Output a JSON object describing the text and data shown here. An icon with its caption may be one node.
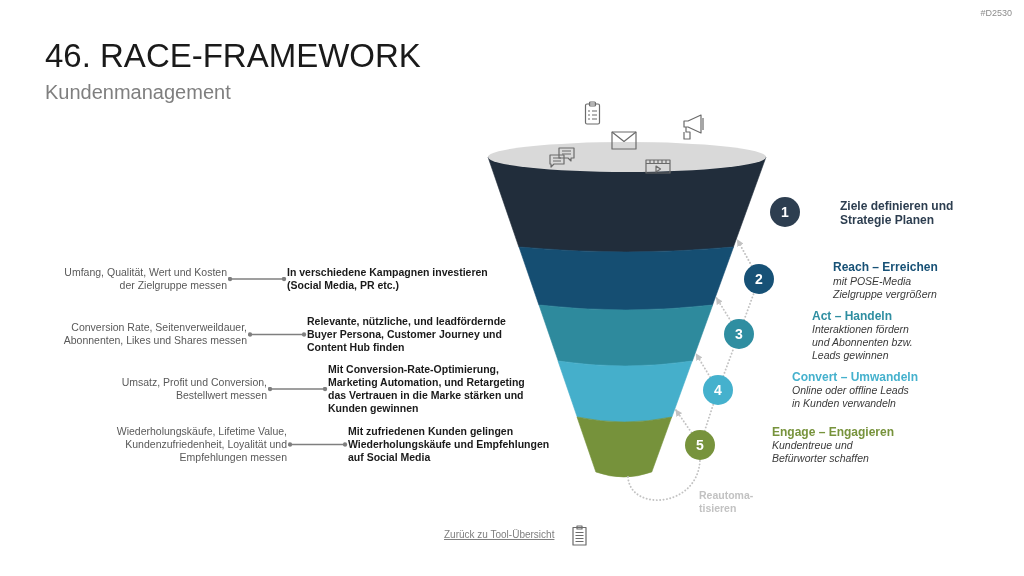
{
  "diagram": {
    "title": "46. RACE-FRAMEWORK",
    "nodes": [
      {
        "text": [
          "Umfang, Qualität, Wert und Kosten der Zielgruppe messen"
        ]
      },
      {
        "text": [
          "Conversion Rate, Seitenverweildauer, Abonnenten, Likes und Shares messen"
        ]
      },
      {
        "text": [
          "Umsatz, Profit und Conversion, Bestellwert messen"
        ]
      },
      {
        "text": [
          "Wiederholungskäufe, Lifetime Value, Kundenzufriedenheit, Loyalität und Empfehlungen messen"
        ]
      },
      {
        "text": [
          "In verschiedene Kampagnen investieren (Social Media, PR etc.)"
        ]
      },
      {
        "text": [
          "Relevante, nützliche, und leadfördernde Buyer Persona, Customer Journey und Content Hub finden"
        ]
      },
      {
        "text": [
          "Mit Conversion-Rate-Optimierung, Marketing Automation, und Retargeting das Vertrauen in die Marke stärken und Kunden gewinnen"
        ]
      },
      {
        "text": [
          "Mit zufriedenen Kunden gelingen Wiederholungskäufe und Empfehlungen auf Social Media"
        ]
      },
      {
        "text": [],
        "shape": "trapezoid"
      },
      {
        "text": [],
        "shape": "trapezoid"
      },
      {
        "text": [],
        "shape": "trapezoid"
      },
      {
        "text": [],
        "shape": "trapezoid"
      },
      {
        "text": [],
        "shape": "trapezoid"
      },
      {
        "text": [
          "1"
        ],
        "beside": [
          "Ziele definieren und Strategie Planen"
        ]
      },
      {
        "text": [
          "2"
        ],
        "beside": [
          "Reach – Erreichen",
          "mit POSE-Media Zielgruppe vergrößern"
        ]
      },
      {
        "text": [
          "3"
        ],
        "beside": [
          "Act – Handeln",
          "Interaktionen fördern und Abonnenten bzw. Leads gewinnen"
        ]
      },
      {
        "text": [
          "4"
        ],
        "beside": [
          "Convert – Umwandeln",
          "Online oder offline Leads in Kunden verwandeln"
        ]
      },
      {
        "text": [
          "5"
        ],
        "beside": [
          "Engage – Engagieren",
          "Kundentreue und Befürworter schaffen"
        ]
      }
    ],
    "edges": [
      {
        "from": 0,
        "to": 4,
        "arrow": "other",
        "color": "#7f7f7f"
      },
      {
        "from": 1,
        "to": 5,
        "arrow": "other",
        "color": "#7f7f7f"
      },
      {
        "from": 2,
        "to": 6,
        "arrow": "other",
        "color": "#7f7f7f"
      },
      {
        "from": 3,
        "to": 7,
        "arrow": "other",
        "color": "#7f7f7f"
      },
      {
        "from": 14,
        "to": 8,
        "arrow": "to",
        "style": "dashed"
      },
      {
        "from": 15,
        "to": 14,
        "arrow": "none",
        "style": "dashed"
      },
      {
        "from": 15,
        "to": 9,
        "arrow": "to",
        "style": "dashed"
      },
      {
        "from": 16,
        "to": 15,
        "arrow": "none",
        "style": "dashed"
      },
      {
        "from": 16,
        "to": 10,
        "arrow": "to",
        "style": "dashed"
      },
      {
        "from": 17,
        "to": 16,
        "arrow": "none",
        "style": "dashed"
      },
      {
        "from": 17,
        "to": 11,
        "arrow": "to",
        "style": "dashed"
      },
      {
        "from": 12,
        "to": 17,
        "arrow": "none",
        "style": "dashed",
        "label": "Reautoma-tisieren"
      }
    ],
    "labels": [
      "#D2530",
      "Kundenmanagement",
      "Zurück zu Tool-Übersicht"
    ]
  }
}
